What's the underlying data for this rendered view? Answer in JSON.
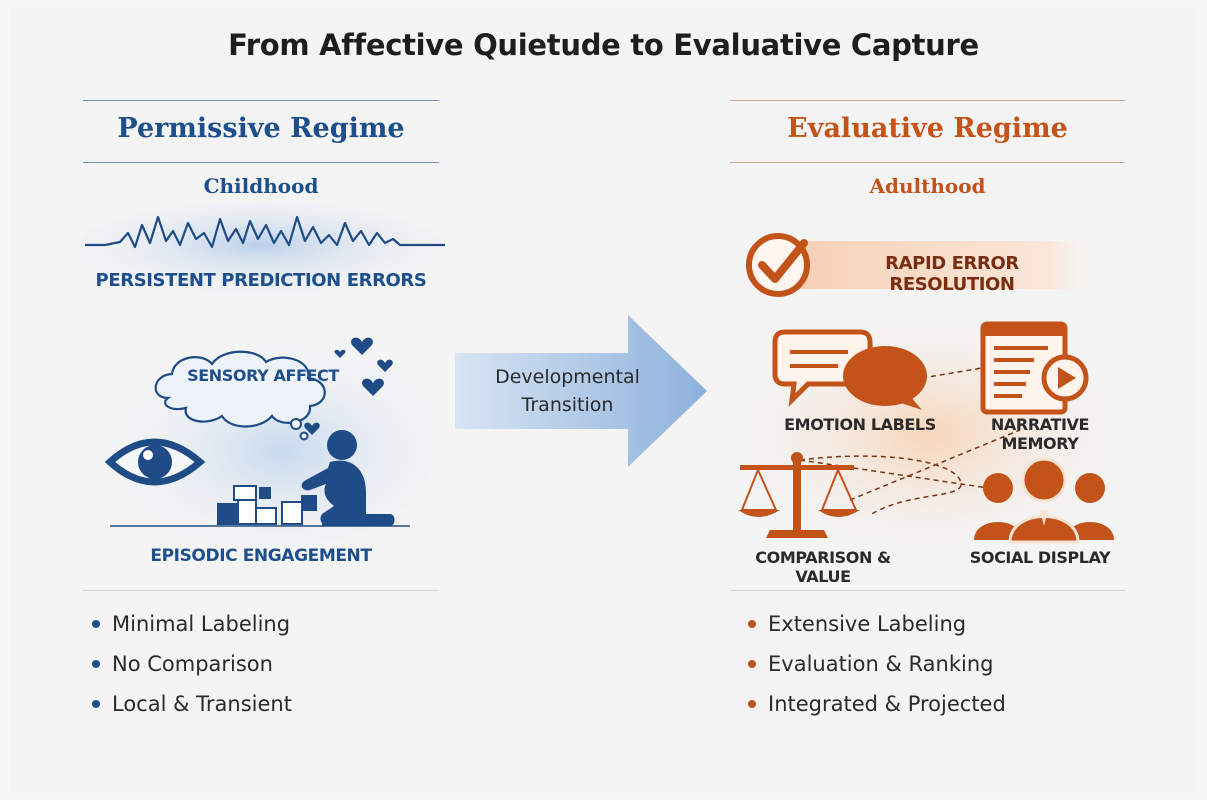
{
  "title": "From Affective Quietude to Evaluative Capture",
  "left": {
    "regime": "Permissive Regime",
    "period": "Childhood",
    "errors_label": "PERSISTENT PREDICTION ERRORS",
    "cloud_label": "SENSORY AFFECT",
    "engagement_label": "EPISODIC ENGAGEMENT",
    "bullets": [
      "Minimal Labeling",
      "No Comparison",
      "Local & Transient"
    ],
    "color": "#1d4f8c"
  },
  "transition": {
    "line1": "Developmental",
    "line2": "Transition"
  },
  "right": {
    "regime": "Evaluative Regime",
    "period": "Adulthood",
    "resolution_label": "RAPID ERROR RESOLUTION",
    "icons": {
      "emotion": "EMOTION LABELS",
      "narrative": "NARRATIVE MEMORY",
      "comparison": "COMPARISON & VALUE",
      "social": "SOCIAL DISPLAY"
    },
    "bullets": [
      "Extensive Labeling",
      "Evaluation & Ranking",
      "Integrated & Projected"
    ],
    "color": "#c4531a"
  }
}
